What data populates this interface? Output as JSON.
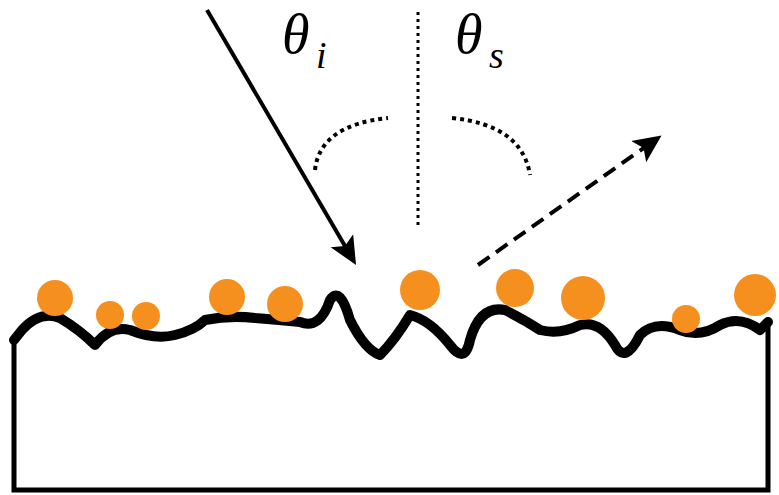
{
  "diagram": {
    "labels": [
      "θ",
      "i",
      "θ",
      "s"
    ]
  }
}
